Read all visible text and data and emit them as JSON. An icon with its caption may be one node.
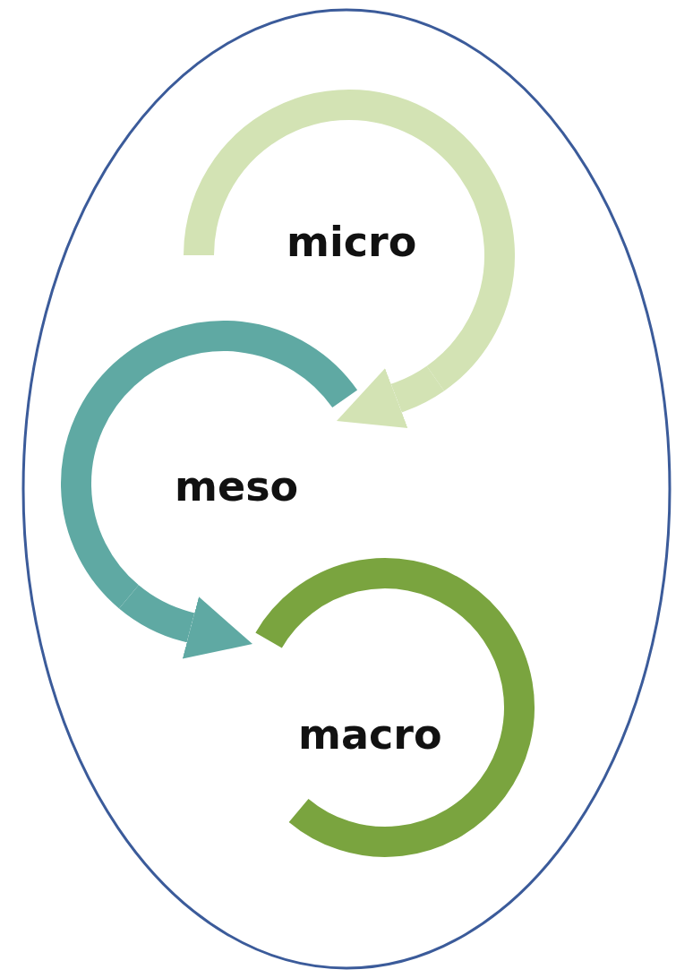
{
  "diagram": {
    "nodes": [
      {
        "text": [],
        "shape": "ellipse"
      },
      {
        "text": [
          "micro"
        ],
        "in": 0
      },
      {
        "text": [
          "meso"
        ],
        "in": 0
      },
      {
        "text": [
          "macro"
        ],
        "in": 0
      }
    ],
    "edges": [
      {
        "from": 1,
        "to": 2,
        "arrow": "to",
        "color": "#d3e3b4"
      },
      {
        "from": 2,
        "to": 3,
        "arrow": "to",
        "color": "#5fa9a3"
      }
    ]
  }
}
